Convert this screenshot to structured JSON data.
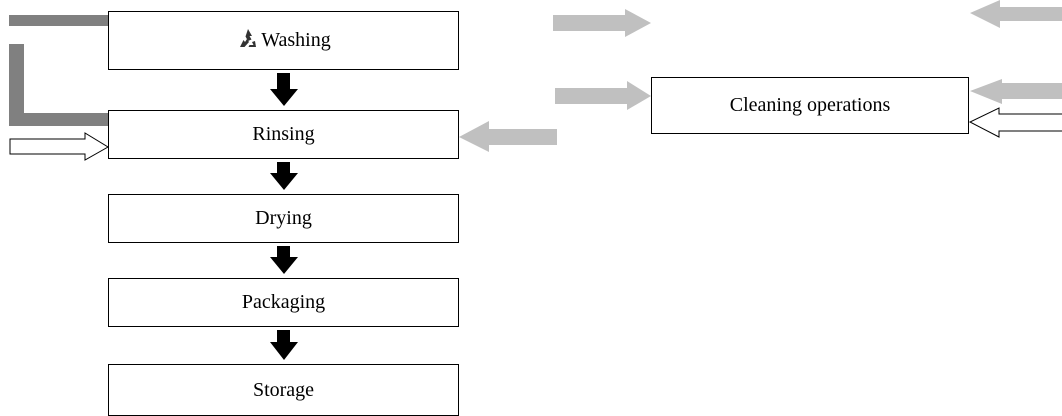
{
  "steps": [
    {
      "label": "Washing"
    },
    {
      "label": "Rinsing"
    },
    {
      "label": "Drying"
    },
    {
      "label": "Packaging"
    },
    {
      "label": "Storage"
    }
  ],
  "side_process": {
    "label": "Cleaning operations"
  },
  "icons": {
    "washing_step": "recycle-icon"
  },
  "colors": {
    "box_border": "#000000",
    "flow_arrow": "#000000",
    "recycle_loop": "#808080",
    "input_arrow_light": "#c0c0c0",
    "outline_arrow": "#ffffff"
  }
}
